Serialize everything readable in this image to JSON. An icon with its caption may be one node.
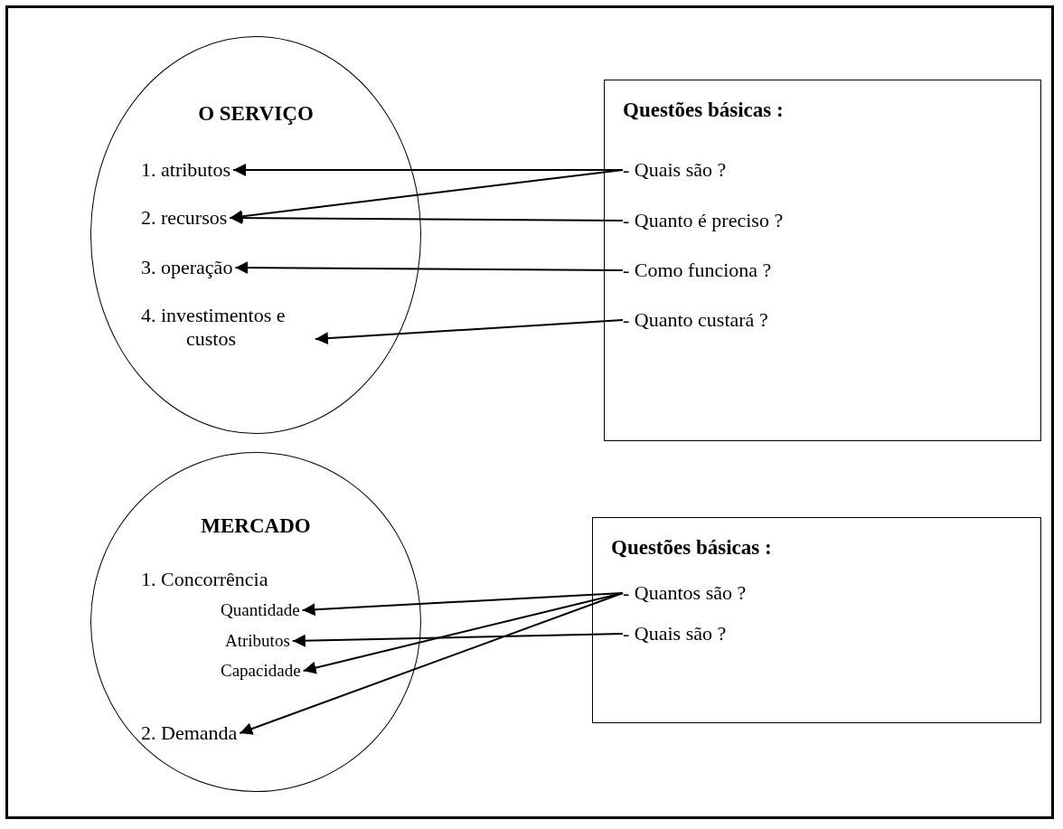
{
  "diagram": {
    "nodes": [
      {
        "text": [
          "O SERVIÇO"
        ]
      },
      {
        "text": [
          "1. atributos"
        ],
        "in": 0
      },
      {
        "text": [
          "2. recursos"
        ],
        "in": 0
      },
      {
        "text": [
          "3. operação"
        ],
        "in": 0
      },
      {
        "text": [
          "4. investimentos e custos"
        ],
        "in": 0
      },
      {
        "text": [
          "Questões básicas :"
        ]
      },
      {
        "text": [
          "- Quais são ?"
        ],
        "in": 5
      },
      {
        "text": [
          "- Quanto é preciso ?"
        ],
        "in": 5
      },
      {
        "text": [
          "- Como funciona ?"
        ],
        "in": 5
      },
      {
        "text": [
          "- Quanto custará ?"
        ],
        "in": 5
      },
      {
        "text": [
          "MERCADO"
        ]
      },
      {
        "text": [
          "1. Concorrência"
        ],
        "in": 10
      },
      {
        "text": [
          "Quantidade"
        ],
        "in": 10
      },
      {
        "text": [
          "Atributos"
        ],
        "in": 10
      },
      {
        "text": [
          "Capacidade"
        ],
        "in": 10
      },
      {
        "text": [
          "2. Demanda"
        ],
        "in": 10
      },
      {
        "text": [
          "Questões básicas :"
        ]
      },
      {
        "text": [
          "- Quantos são ?"
        ],
        "in": 16
      },
      {
        "text": [
          "- Quais são ?"
        ],
        "in": 16
      }
    ],
    "edges": [
      {
        "from": 6,
        "to": 1,
        "arrow": "to"
      },
      {
        "from": 6,
        "to": 2,
        "arrow": "to"
      },
      {
        "from": 7,
        "to": 2,
        "arrow": "to"
      },
      {
        "from": 8,
        "to": 3,
        "arrow": "to"
      },
      {
        "from": 9,
        "to": 4,
        "arrow": "to"
      },
      {
        "from": 17,
        "to": 12,
        "arrow": "to"
      },
      {
        "from": 17,
        "to": 14,
        "arrow": "to"
      },
      {
        "from": 17,
        "to": 15,
        "arrow": "to"
      },
      {
        "from": 18,
        "to": 13,
        "arrow": "to"
      }
    ]
  }
}
